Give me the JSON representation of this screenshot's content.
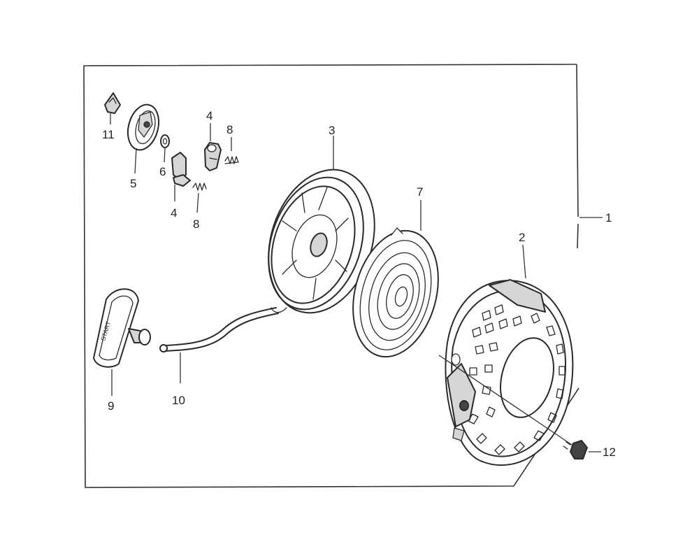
{
  "callouts": {
    "p1": "1",
    "p2": "2",
    "p3": "3",
    "p4a": "4",
    "p4b": "4",
    "p5": "5",
    "p6": "6",
    "p7": "7",
    "p8a": "8",
    "p8b": "8",
    "p9": "9",
    "p10": "10",
    "p11": "11",
    "p12": "12"
  },
  "handle_lettering": "START"
}
